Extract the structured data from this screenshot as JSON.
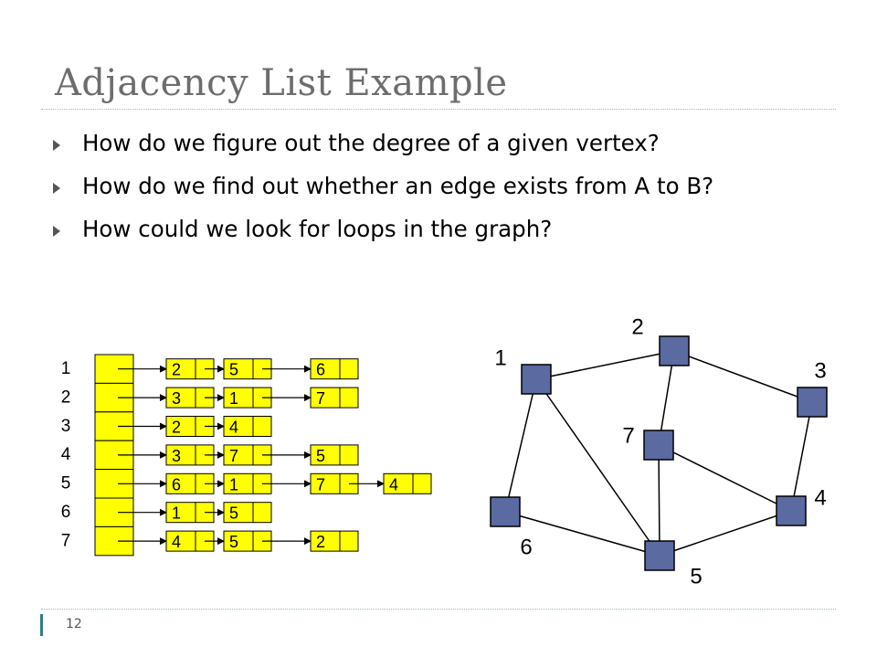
{
  "slide": {
    "title": "Adjacency List Example",
    "page_number": "12"
  },
  "bullets": [
    {
      "text": "How do we figure out the degree of a given vertex?"
    },
    {
      "text": "How do we find out whether an edge exists from A to B?"
    },
    {
      "text": "How could we look for loops in the graph?"
    }
  ],
  "adjacency_list": {
    "indices": [
      "1",
      "2",
      "3",
      "4",
      "5",
      "6",
      "7"
    ],
    "rows": [
      [
        "2",
        "5",
        "6"
      ],
      [
        "3",
        "1",
        "7"
      ],
      [
        "2",
        "4"
      ],
      [
        "3",
        "7",
        "5"
      ],
      [
        "6",
        "1",
        "7",
        "4"
      ],
      [
        "1",
        "5"
      ],
      [
        "4",
        "5",
        "2"
      ]
    ],
    "cell_color": "#ffff00"
  },
  "graph": {
    "nodes": [
      "1",
      "2",
      "3",
      "4",
      "5",
      "6",
      "7"
    ],
    "edges": [
      [
        "1",
        "2"
      ],
      [
        "1",
        "6"
      ],
      [
        "1",
        "5"
      ],
      [
        "2",
        "7"
      ],
      [
        "2",
        "3"
      ],
      [
        "3",
        "4"
      ],
      [
        "7",
        "5"
      ],
      [
        "7",
        "4"
      ],
      [
        "4",
        "5"
      ],
      [
        "6",
        "5"
      ]
    ],
    "node_color": "#5b6aa0"
  }
}
